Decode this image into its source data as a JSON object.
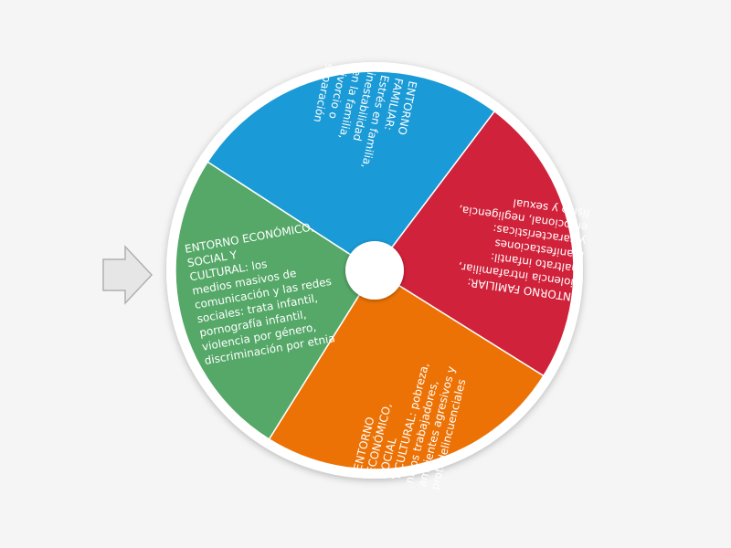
{
  "wheel": {
    "segments": [
      {
        "name": "segment-entorno-familiar-estres",
        "color": "#1a9ad6",
        "lines": [
          "ENTORNO",
          "FAMILIAR:",
          "Estrés en familia,",
          "inestabilidad",
          "en la familia,",
          "divorcio o",
          "separación"
        ]
      },
      {
        "name": "segment-entorno-familiar-violencia",
        "color": "#d0223a",
        "lines": [
          "ENTORNO FAMILIAR:",
          "violencia intrafamiliar,",
          "maltrato infantil:",
          "manifestaciones",
          "y características:",
          "emocional, negligencia,",
          "físico y sexual"
        ]
      },
      {
        "name": "segment-entorno-economico-pobreza",
        "color": "#ec7205",
        "lines": [
          "ENTORNO",
          "ECONÓMICO,",
          "SOCIAL",
          "Y CULTURAL: pobreza,",
          "niños trabajadores,",
          "ambientes agresivos y",
          "protodelincuenciales"
        ]
      },
      {
        "name": "segment-entorno-economico-medios",
        "color": "#55a868",
        "lines": [
          "ENTORNO ECONÓMICO,",
          "SOCIAL Y",
          "CULTURAL: los",
          "medios masivos de",
          "comunicación y las redes",
          "sociales: trata infantil,",
          "pornografía infantil,",
          "violencia por género,",
          "discriminación por etnia"
        ]
      }
    ],
    "rim_color": "#ffffff",
    "hub_color": "#ffffff"
  },
  "pointer": {
    "icon": "arrow-right-icon",
    "fill": "#e6e6e6",
    "stroke": "#b0b0b0"
  }
}
